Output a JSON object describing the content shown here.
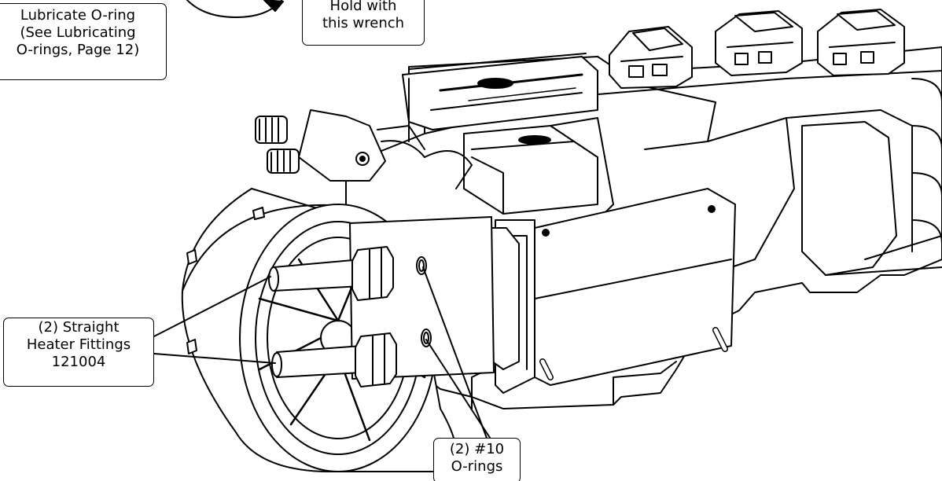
{
  "callouts": {
    "lubricate": {
      "line1": "Lubricate O-ring",
      "line2": "(See Lubricating",
      "line3": "O-rings, Page 12)"
    },
    "wrench": {
      "line1": "Hold with",
      "line2": "this wrench"
    },
    "heater": {
      "line1": "(2) Straight",
      "line2": "Heater Fittings",
      "line3": "121004"
    },
    "orings": {
      "line1": "(2) #10",
      "line2": "O-rings"
    }
  },
  "colors": {
    "line": "#000000",
    "fill": "#ffffff",
    "shade": "#e6e6e6"
  }
}
